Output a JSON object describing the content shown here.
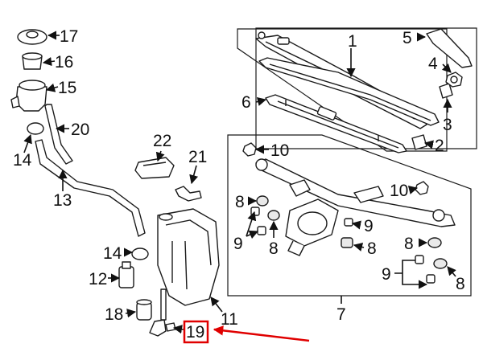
{
  "diagram": {
    "callouts": {
      "c1": "1",
      "c2": "2",
      "c3": "3",
      "c4": "4",
      "c5": "5",
      "c6": "6",
      "c7": "7",
      "c8a": "8",
      "c8b": "8",
      "c8c": "8",
      "c8d": "8",
      "c8e": "8",
      "c9a": "9",
      "c9b": "9",
      "c9c": "9",
      "c10a": "10",
      "c10b": "10",
      "c11": "11",
      "c12": "12",
      "c13": "13",
      "c14a": "14",
      "c14b": "14",
      "c15": "15",
      "c16": "16",
      "c17": "17",
      "c18": "18",
      "c19": "19",
      "c20": "20",
      "c21": "21",
      "c22": "22"
    },
    "highlight": {
      "part": "19",
      "color": "#e00000"
    }
  }
}
